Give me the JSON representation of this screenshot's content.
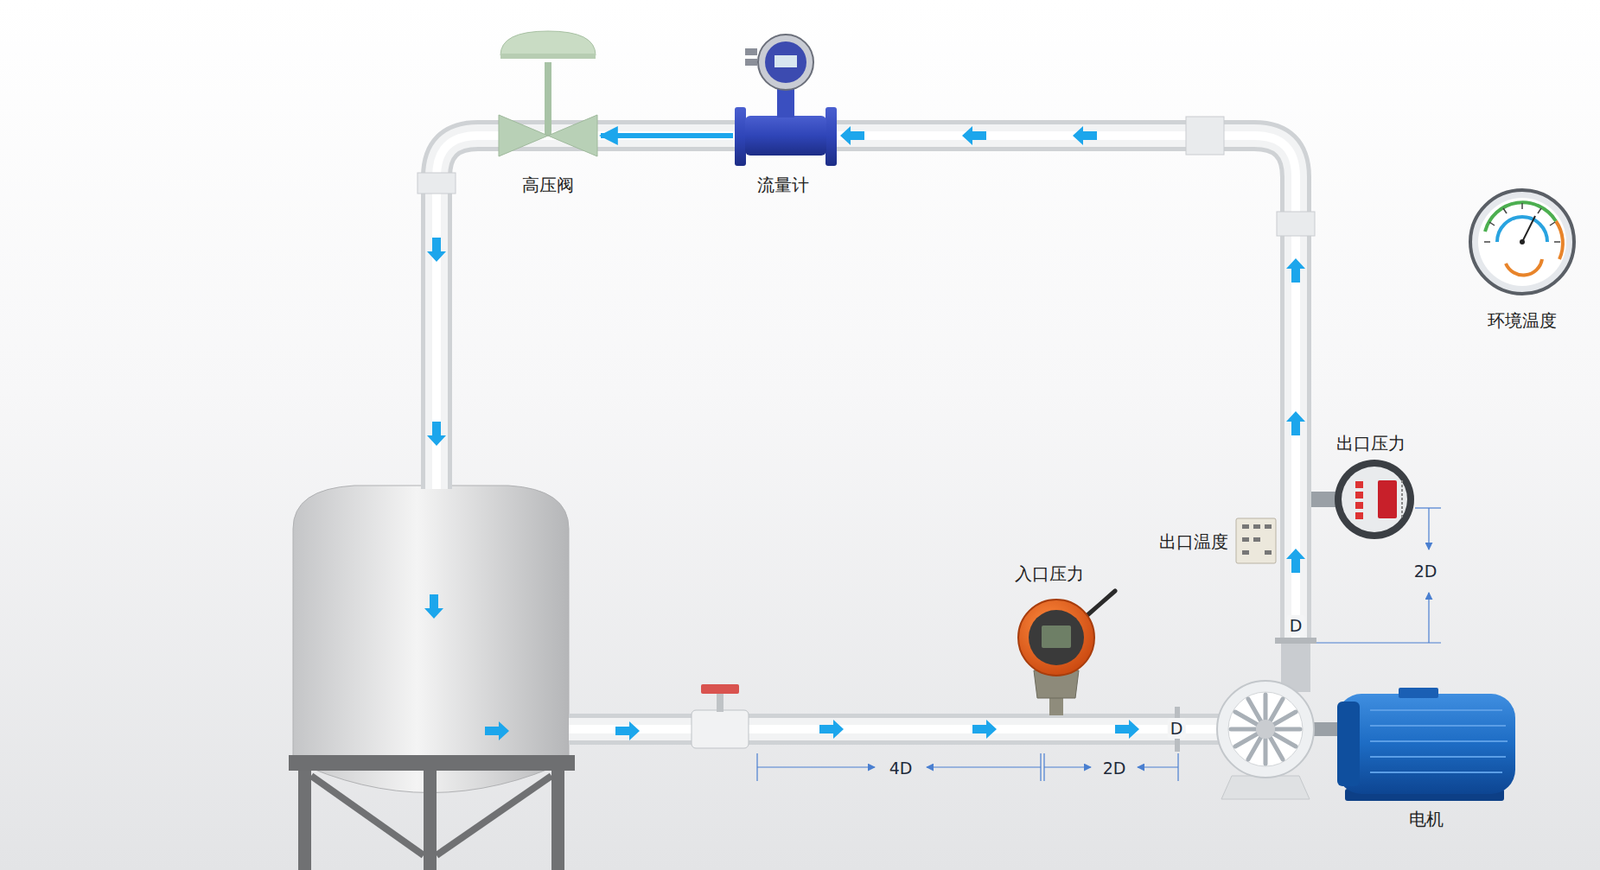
{
  "diagram": {
    "nodes": [
      {
        "text": [
          "高压阀"
        ]
      },
      {
        "text": [
          "流量计"
        ]
      },
      {
        "text": [
          "环境温度"
        ]
      },
      {
        "text": [
          "出口压力"
        ]
      },
      {
        "text": [
          "出口温度"
        ]
      },
      {
        "text": [
          "入口压力"
        ]
      },
      {
        "text": [
          "电机"
        ]
      }
    ],
    "edges": [
      {
        "from": 1,
        "to": 0,
        "arrow": "to"
      }
    ],
    "labels": [
      "2D",
      "D",
      "D",
      "4D",
      "2D"
    ]
  }
}
